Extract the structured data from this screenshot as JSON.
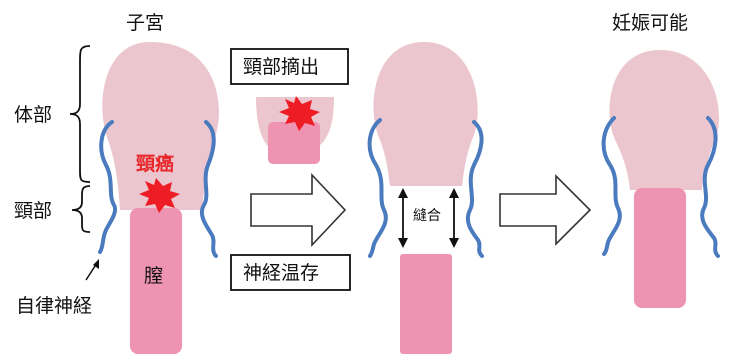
{
  "labels": {
    "uterus": "子宮",
    "body": "体部",
    "cervix": "頸部",
    "cancer": "頸癌",
    "vagina": "膣",
    "nerve": "自律神経",
    "excision": "頸部摘出",
    "preservation": "神経温存",
    "suture": "縫合",
    "pregnancy": "妊娠可能"
  },
  "colors": {
    "uterus": "#ecc6cf",
    "vagina": "#ee93b1",
    "nerve": "#4a7bbf",
    "cancer": "#ee1c24",
    "cancer_text": "#e8282b",
    "box_border": "#111111",
    "arrow_fill": "#ffffff",
    "arrow_stroke": "#333333"
  },
  "icons": {
    "arrow": "right-block-arrow",
    "burst": "explosion-star",
    "double_arrow": "vertical-double-arrow"
  }
}
